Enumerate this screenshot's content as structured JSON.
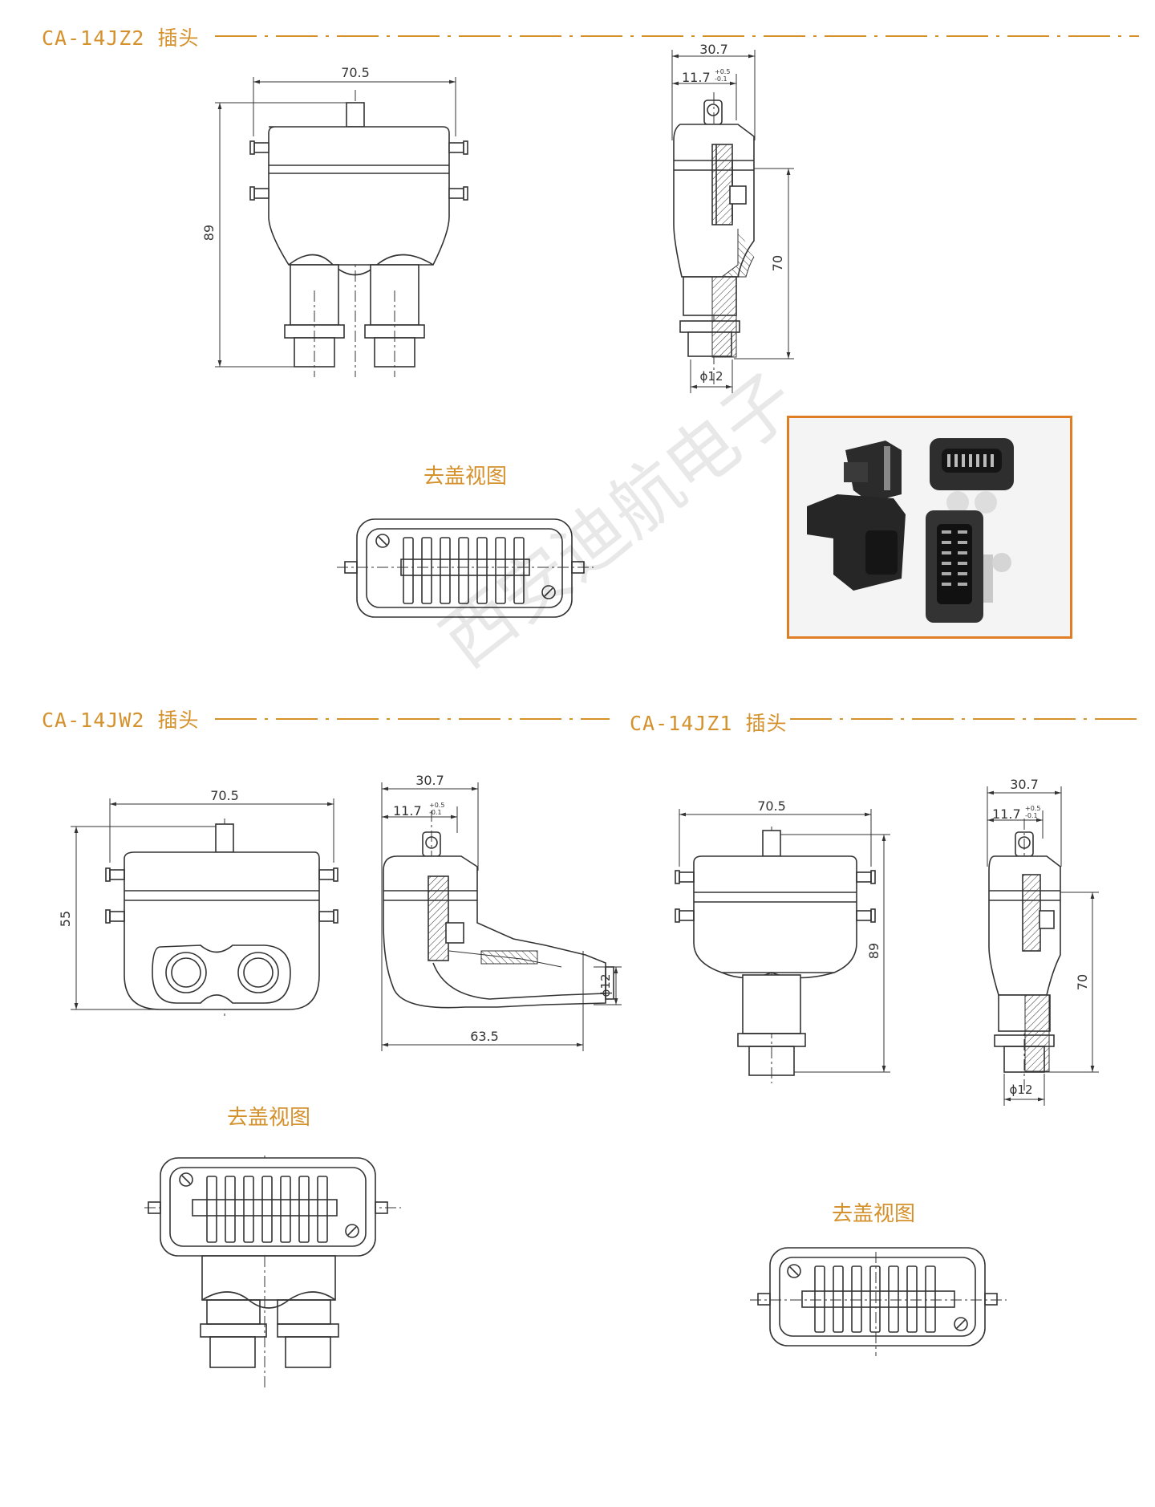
{
  "sections": {
    "jz2": {
      "title": "CA-14JZ2 插头"
    },
    "jw2": {
      "title": "CA-14JW2 插头"
    },
    "jz1": {
      "title": "CA-14JZ1 插头"
    }
  },
  "view_labels": {
    "jz2": "去盖视图",
    "jw2": "去盖视图",
    "jz1": "去盖视图"
  },
  "dims": {
    "width_front": "70.5",
    "height_jz": "89",
    "height_jw": "55",
    "width_side": "30.7",
    "offset_side": "11.7",
    "tol_plus": "+0.5",
    "tol_minus": "-0.1",
    "height_side": "70",
    "cable_dia": "ϕ12",
    "length_jw_side": "63.5"
  },
  "watermark": "西安迪航电子",
  "colors": {
    "accent": "#d4912c",
    "photo_border": "#e07e26",
    "line": "#333333"
  }
}
